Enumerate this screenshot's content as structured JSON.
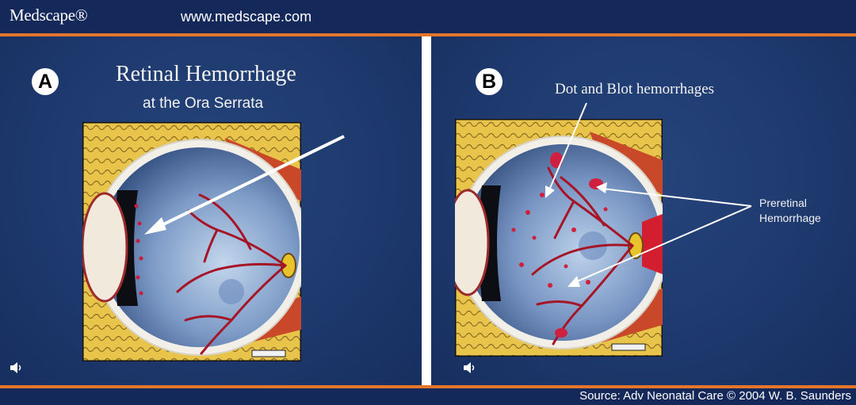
{
  "header": {
    "brand": "Medscape®",
    "url": "www.medscape.com"
  },
  "panel_a": {
    "letter": "A",
    "title": "Retinal Hemorrhage",
    "subtitle": "at the Ora Serrata"
  },
  "panel_b": {
    "letter": "B",
    "label_dot_blot": "Dot and Blot hemorrhages",
    "label_preretinal_line1": "Preretinal",
    "label_preretinal_line2": "Hemorrhage"
  },
  "footer": {
    "source": "Source: Adv Neonatal Care © 2004 W. B. Saunders"
  },
  "icons": [
    "speaker-icon",
    "arrow-icon"
  ],
  "colors": {
    "header_bg": "#14285a",
    "accent_line": "#e3762a",
    "slide_bg": "#1d386c",
    "vessel": "#b3182a"
  }
}
